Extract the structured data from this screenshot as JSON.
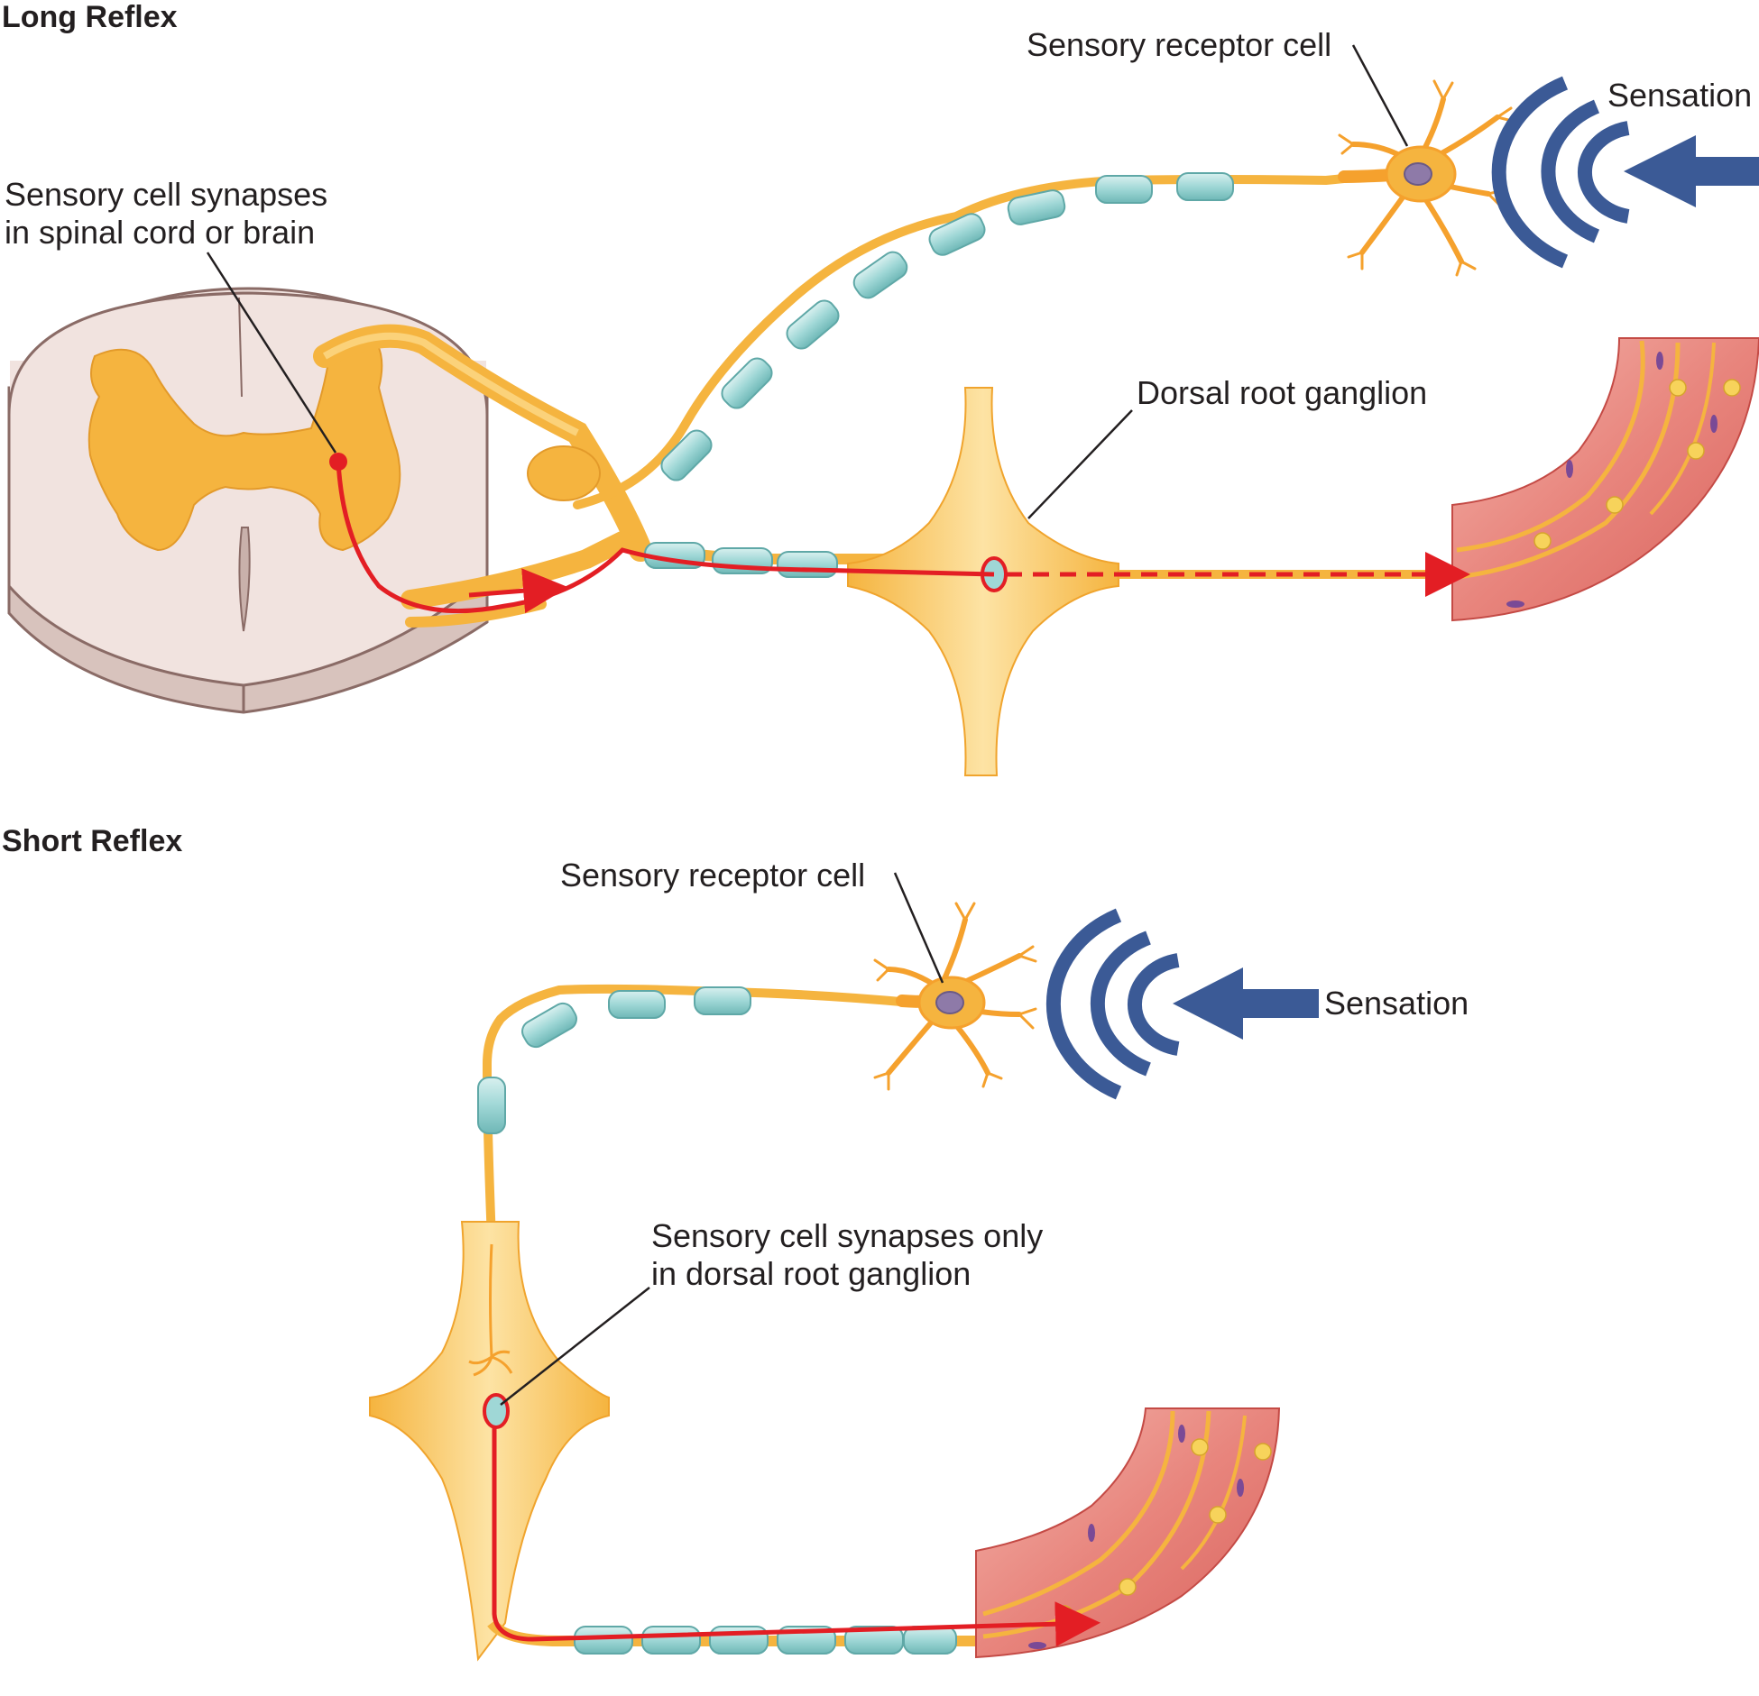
{
  "long_reflex": {
    "title": "Long Reflex",
    "sensory_receptor_label": "Sensory receptor cell",
    "sensation_label": "Sensation",
    "synapse_label_line1": "Sensory cell synapses",
    "synapse_label_line2": "in spinal cord or brain",
    "ganglion_label": "Dorsal root ganglion"
  },
  "short_reflex": {
    "title": "Short Reflex",
    "sensory_receptor_label": "Sensory receptor cell",
    "sensation_label": "Sensation",
    "synapse_label_line1": "Sensory cell synapses only",
    "synapse_label_line2": "in dorsal root ganglion"
  },
  "colors": {
    "nerve": "#f5b43f",
    "nerve_light": "#fbd27a",
    "myelin": "#9fd7d6",
    "signal": "#e31e24",
    "sensation_arrow": "#3b5a96",
    "cord_gray": "#f1e3df",
    "muscle": "#e8857d"
  }
}
